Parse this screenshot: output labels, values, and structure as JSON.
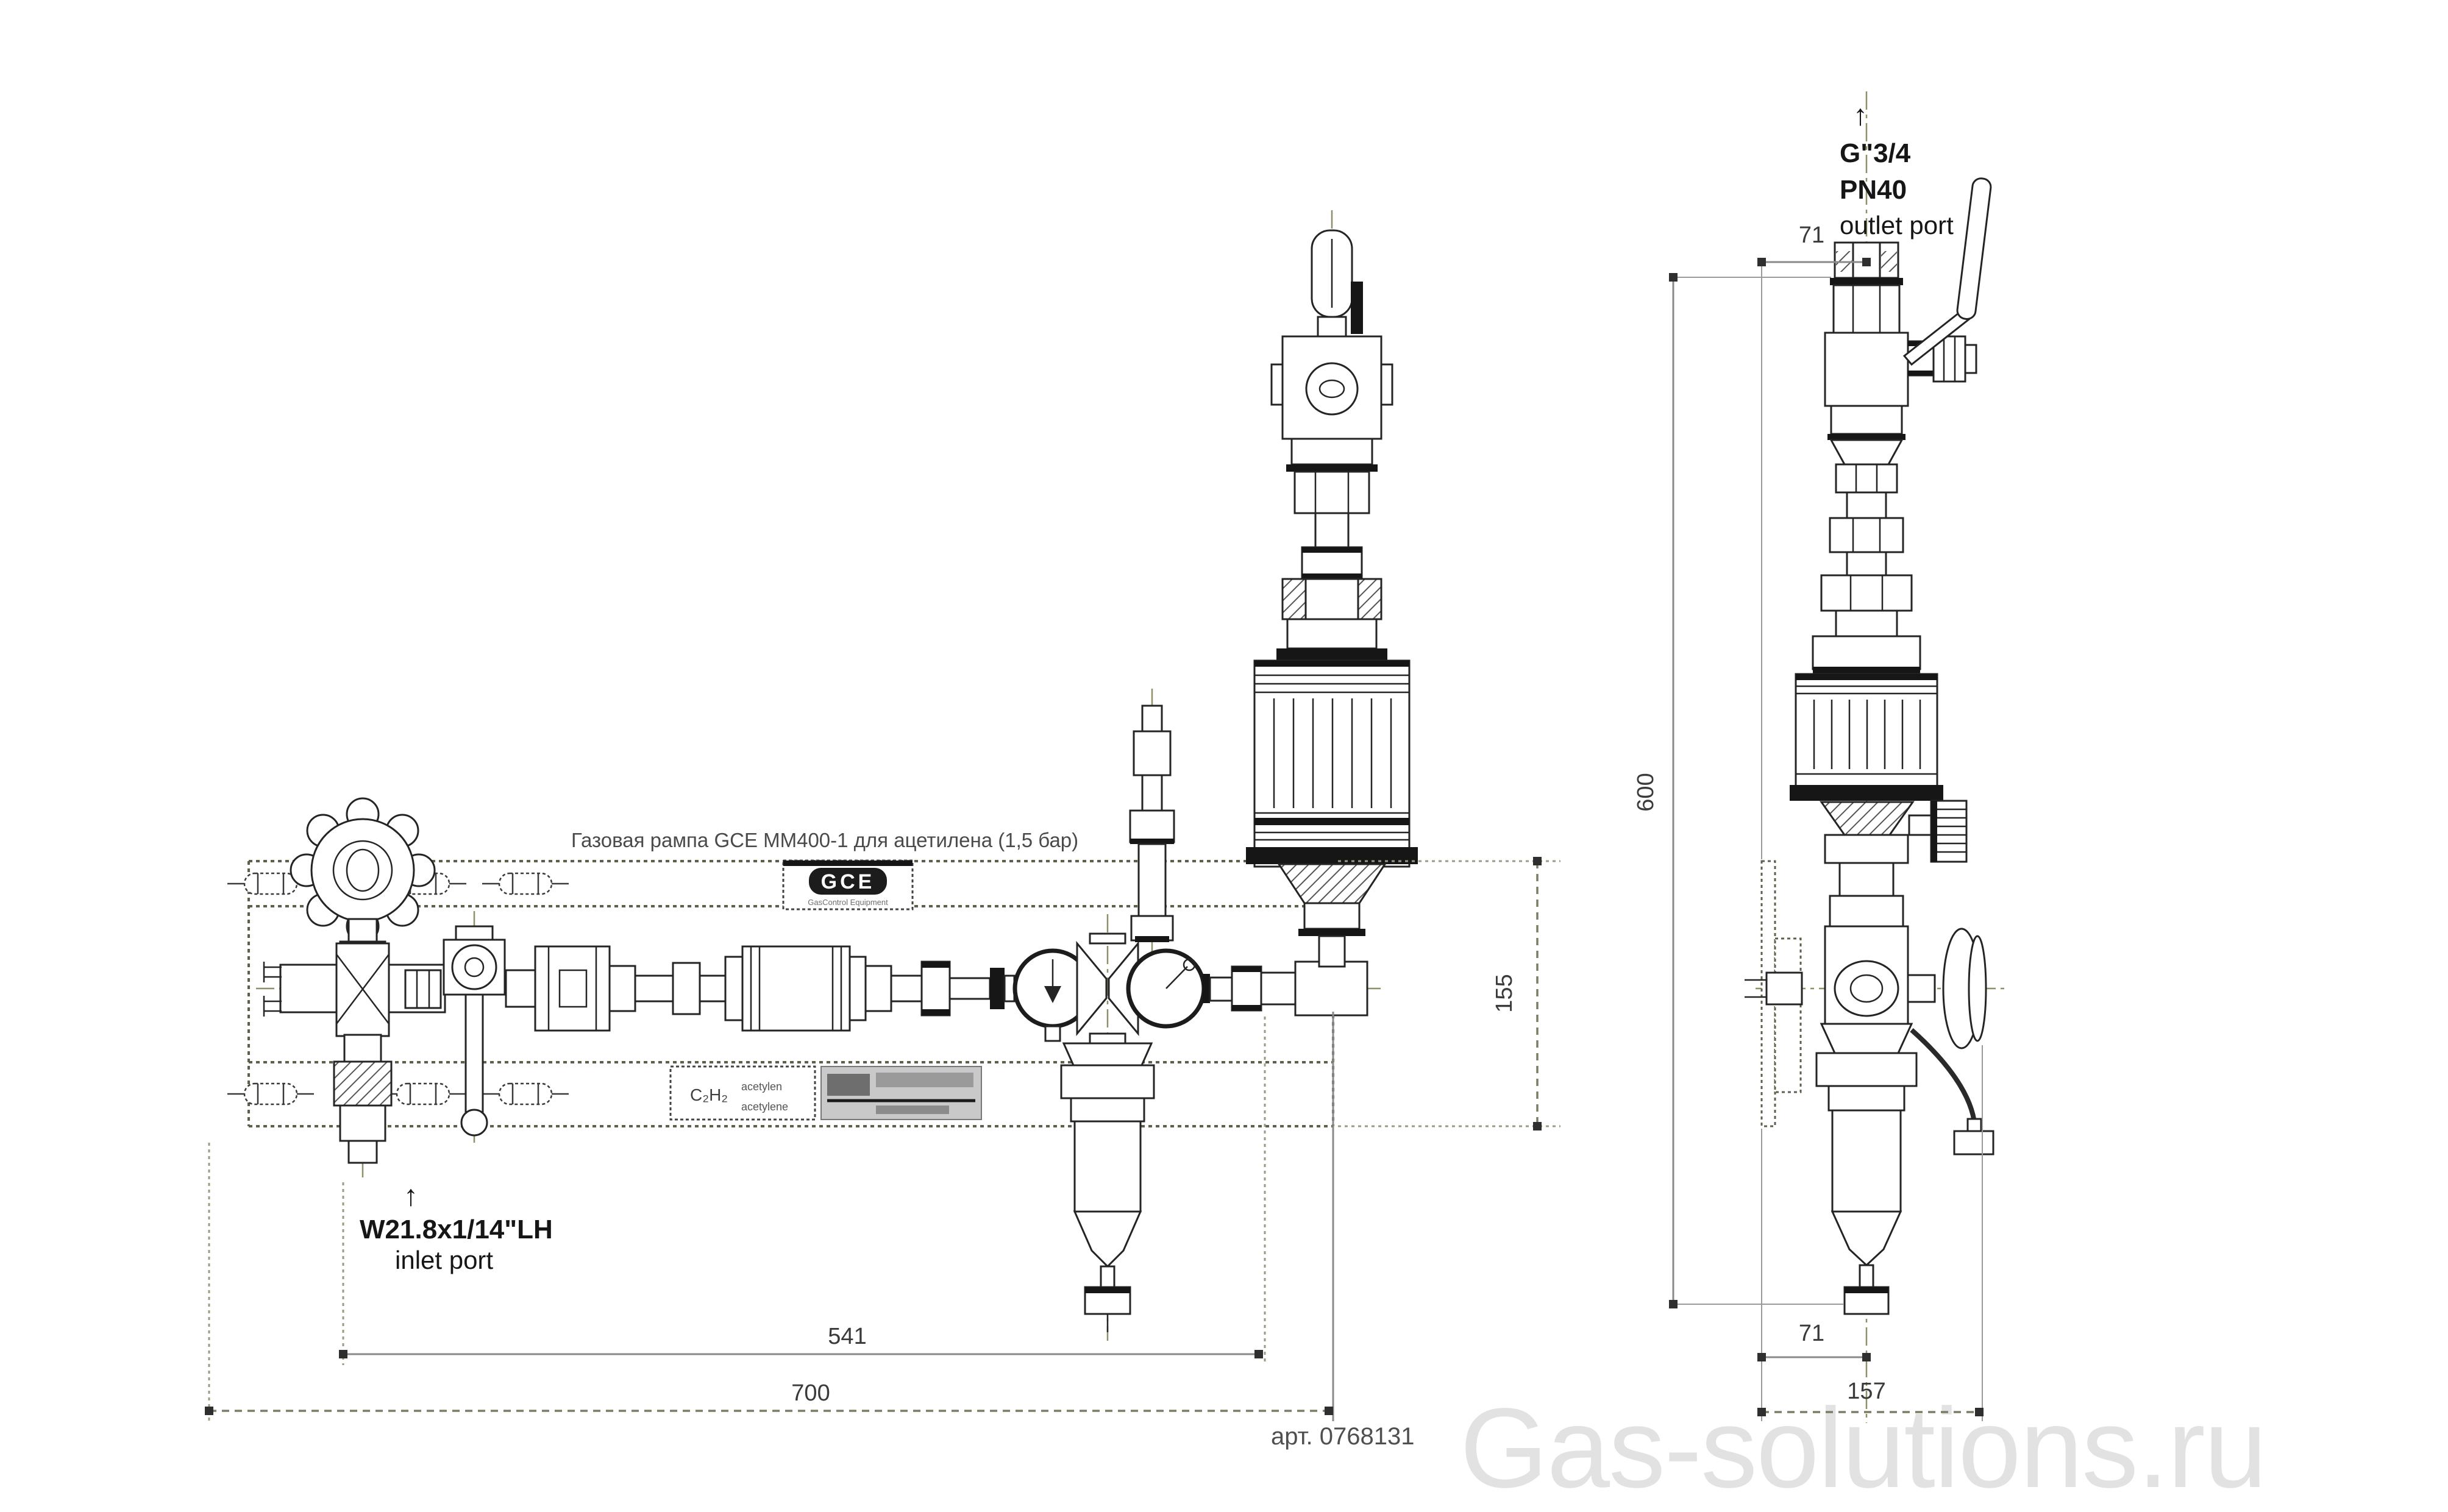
{
  "drawing": {
    "title": "Газовая рампа GCE MM400-1 для ацетилена (1,5 бар)",
    "article": "арт. 0768131",
    "watermark": "Gas-solutions.ru",
    "logo": {
      "name": "GCE",
      "subtitle": "GasControl Equipment"
    },
    "gas_label": {
      "formula": "C₂H₂",
      "name_line1": "acetylen",
      "name_line2": "acetylene"
    },
    "annotations": {
      "outlet": {
        "arrow": "↑",
        "thread": "G\"3/4",
        "pressure_rating": "PN40",
        "label": "outlet port"
      },
      "inlet": {
        "arrow": "↑",
        "thread": "W21.8x1/14\"LH",
        "label": "inlet port"
      }
    },
    "dimensions": {
      "front_total_width": "700",
      "front_inlet_to_riser": "541",
      "front_rail_height": "155",
      "side_total_height": "600",
      "side_top_offset": "71",
      "side_bottom_offset": "71",
      "side_total_depth": "157"
    }
  }
}
